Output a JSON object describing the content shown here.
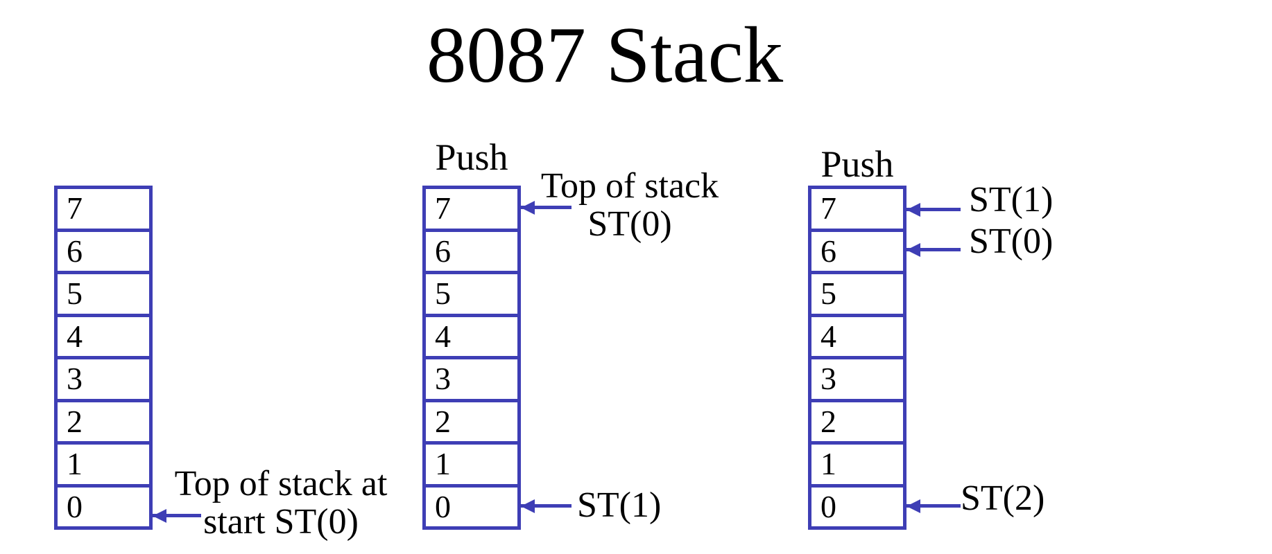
{
  "title": "8087 Stack",
  "colors": {
    "accent": "#3E3EB5",
    "ink": "#000000",
    "bg": "#ffffff"
  },
  "stacks": [
    {
      "name": "stack-at-start",
      "push_label": "",
      "cells": [
        "7",
        "6",
        "5",
        "4",
        "3",
        "2",
        "1",
        "0"
      ],
      "annotations": [
        {
          "points_to": "0",
          "lines": [
            "Top of stack at",
            "start ST(0)"
          ]
        }
      ]
    },
    {
      "name": "stack-after-first-push",
      "push_label": "Push",
      "cells": [
        "7",
        "6",
        "5",
        "4",
        "3",
        "2",
        "1",
        "0"
      ],
      "annotations": [
        {
          "points_to": "7",
          "lines": [
            "Top of stack",
            "ST(0)"
          ]
        },
        {
          "points_to": "0",
          "lines": [
            "ST(1)"
          ]
        }
      ]
    },
    {
      "name": "stack-after-second-push",
      "push_label": "Push",
      "cells": [
        "7",
        "6",
        "5",
        "4",
        "3",
        "2",
        "1",
        "0"
      ],
      "annotations": [
        {
          "points_to": "7",
          "lines": [
            "ST(1)"
          ]
        },
        {
          "points_to": "6",
          "lines": [
            "ST(0)"
          ]
        },
        {
          "points_to": "0",
          "lines": [
            "ST(2)"
          ]
        }
      ]
    }
  ]
}
